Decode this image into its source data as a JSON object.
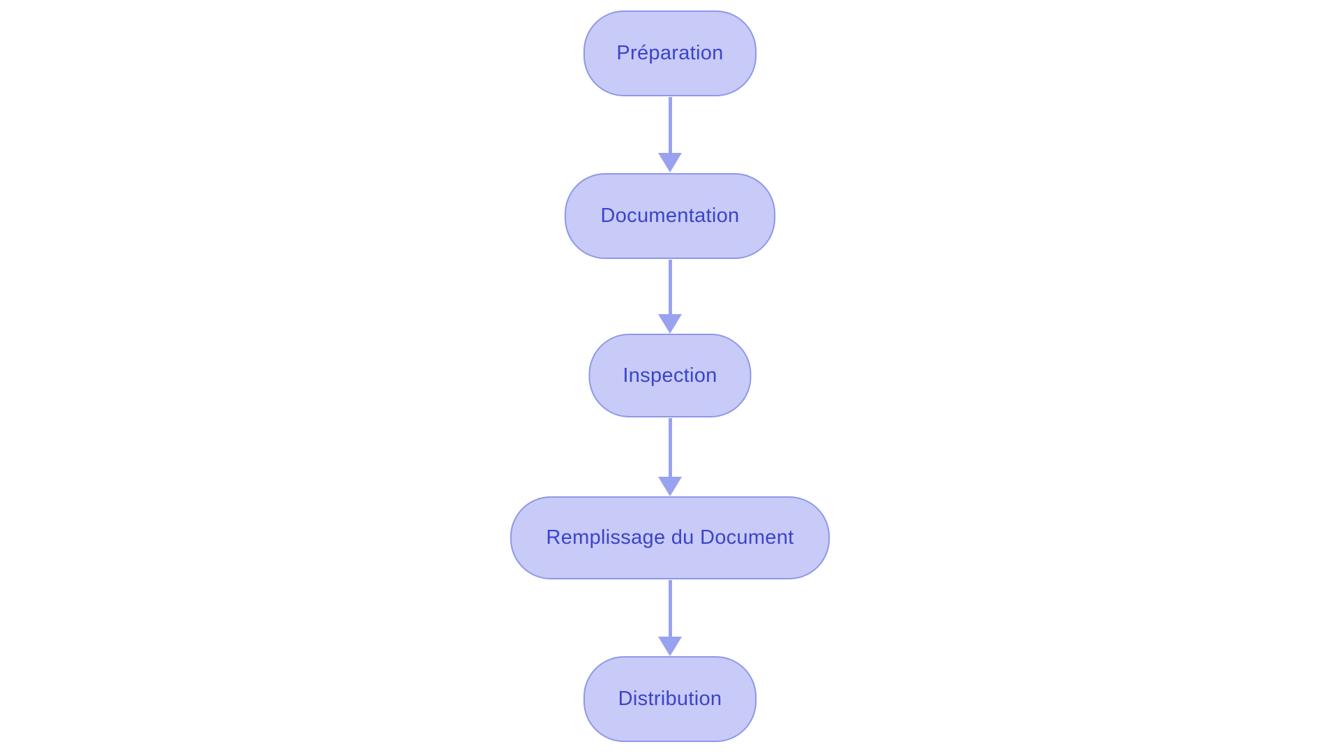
{
  "diagram": {
    "type": "flowchart",
    "direction": "top-down",
    "background_color": "#ffffff",
    "colors": {
      "node_fill": "#c8caf7",
      "node_border": "#8e98e8",
      "node_text": "#3b44c8",
      "arrow": "#99a2ee"
    },
    "nodes": [
      {
        "id": "preparation",
        "label": "Préparation",
        "shape": "stadium"
      },
      {
        "id": "documentation",
        "label": "Documentation",
        "shape": "stadium"
      },
      {
        "id": "inspection",
        "label": "Inspection",
        "shape": "stadium"
      },
      {
        "id": "remplissage-du-document",
        "label": "Remplissage du Document",
        "shape": "stadium"
      },
      {
        "id": "distribution",
        "label": "Distribution",
        "shape": "stadium"
      }
    ],
    "edges": [
      {
        "from": "preparation",
        "to": "documentation"
      },
      {
        "from": "documentation",
        "to": "inspection"
      },
      {
        "from": "inspection",
        "to": "remplissage-du-document"
      },
      {
        "from": "remplissage-du-document",
        "to": "distribution"
      }
    ]
  }
}
